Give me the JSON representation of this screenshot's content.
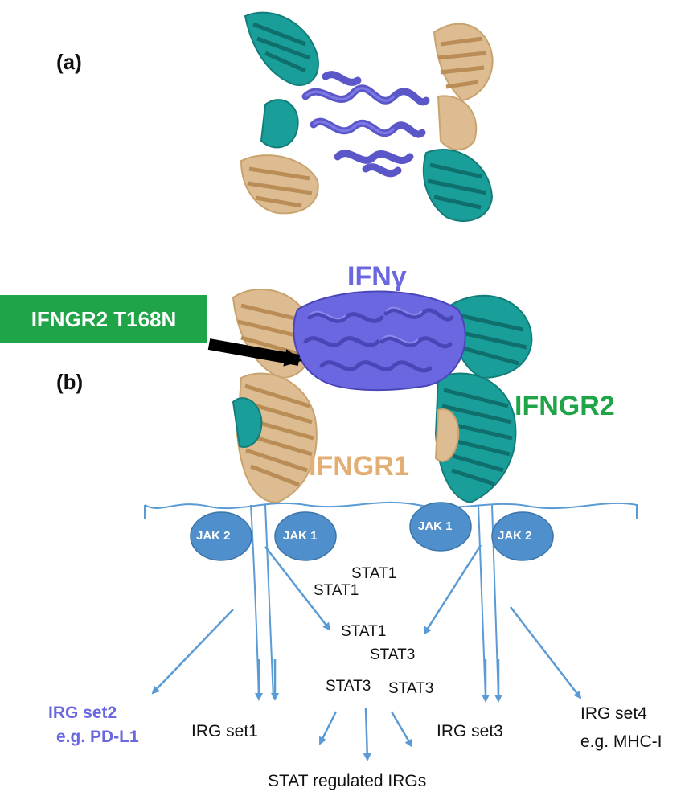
{
  "panels": {
    "a": "(a)",
    "b": "(b)"
  },
  "mutation": {
    "label": "IFNGR2 T168N",
    "color": "#1fa548"
  },
  "proteins": {
    "ifng": {
      "label": "IFNγ",
      "color": "#6b67e0"
    },
    "ifngr1": {
      "label": "IFNGR1",
      "color": "#e3ae74"
    },
    "ifngr2": {
      "label": "IFNGR2",
      "color": "#1fa548"
    }
  },
  "structure_colors": {
    "helix": "#5b57c8",
    "tan": "#dcbc90",
    "teal": "#1a9e9a"
  },
  "jaks": [
    "JAK 2",
    "JAK 1",
    "JAK 1",
    "JAK 2"
  ],
  "jak_color": "#4f8fcb",
  "stats": [
    "STAT1",
    "STAT1",
    "STAT1",
    "STAT3",
    "STAT3",
    "STAT3"
  ],
  "irgs": {
    "set2": {
      "line1": "IRG set2",
      "line2": "e.g. PD-L1"
    },
    "set1": "IRG set1",
    "set3": "IRG set3",
    "set4": {
      "line1": "IRG set4",
      "line2": "e.g. MHC-I"
    },
    "stat_regulated": "STAT regulated IRGs"
  },
  "arrow_color": "#5a9bd5"
}
